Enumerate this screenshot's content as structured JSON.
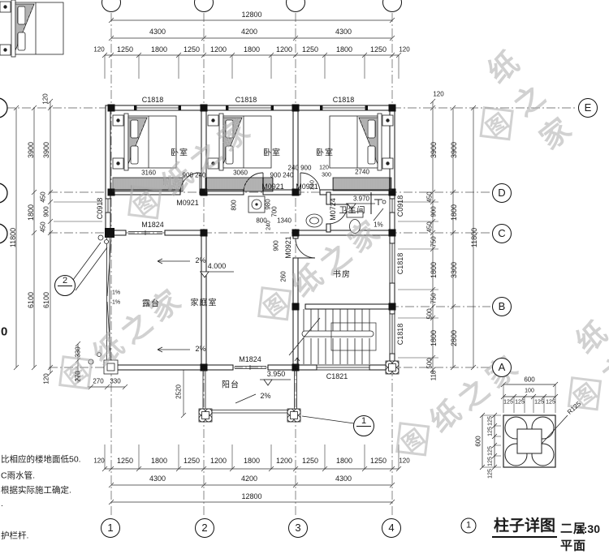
{
  "watermark": {
    "first": "图",
    "rest": "纸之家"
  },
  "grid": {
    "cols": [
      "1",
      "2",
      "3",
      "4"
    ],
    "rows": [
      "E",
      "D",
      "C",
      "B",
      "A"
    ],
    "fragment": "0"
  },
  "callouts": {
    "c1": "1",
    "c2": "2"
  },
  "dims_common": {
    "total_w": "12800",
    "span_a": "4300",
    "span_b": "4200",
    "detail_row": [
      "120",
      "1250",
      "1800",
      "1250",
      "1200",
      "1800",
      "1200",
      "1250",
      "1800",
      "1250",
      "120"
    ]
  },
  "dims_left": {
    "outer": "11800",
    "mid": [
      "3900",
      "1800",
      "6100"
    ],
    "inner": [
      "120",
      "3900",
      "450",
      "900",
      "450",
      "6100",
      "120"
    ],
    "col": {
      "v1": "330",
      "v2": "270",
      "h1": "270",
      "h2": "330"
    }
  },
  "dims_right": {
    "outer": "11800",
    "mid": [
      "3900",
      "1800",
      "3300",
      "2800"
    ],
    "inner": [
      "120",
      "3900",
      "450",
      "900",
      "450",
      "750",
      "1800",
      "750",
      "500",
      "1800",
      "500",
      "118"
    ]
  },
  "dims_interior": {
    "bed1_closet": "3160",
    "bed1_door": "900 240",
    "bed2_closet": "3060",
    "bed2_door": "900 240",
    "bed3_door": "240 900",
    "bed3_a": "120",
    "bed3_b": "300",
    "bed3_closet": "2740",
    "hall_a": "980",
    "hall_b": "700",
    "hall_c": "800",
    "hall_d": "1340",
    "hall_e": "240",
    "hall_f": "240",
    "hall_g": "800",
    "study_door_a": "900",
    "study_door_b": "260",
    "balcony_depth": "2520"
  },
  "windows": {
    "c1818": "C1818",
    "c0918": "C0918",
    "c1821": "C1821"
  },
  "doors": {
    "m0921": "M0921",
    "m1824": "M1824",
    "m0724": "M0724"
  },
  "rooms": {
    "bedroom": "卧室",
    "bath": "卫生间",
    "study": "书房",
    "family": "家庭室",
    "terrace": "露台",
    "balcony": "阳台"
  },
  "levels": {
    "family": "4.000",
    "bath": "3.970",
    "balcony": "3.950"
  },
  "slopes": {
    "two": "2%",
    "one": "1%"
  },
  "notes": [
    "比相应的楼地面低50.",
    "C雨水管.",
    "根据实际施工确定.",
    ".",
    "护栏杆."
  ],
  "detail": {
    "d600": "600",
    "d100": "100",
    "d125": "125",
    "r125": "R125",
    "num": "1",
    "title": "柱子详图",
    "scale": "1:30"
  },
  "title": {
    "main": "二层平面图"
  }
}
